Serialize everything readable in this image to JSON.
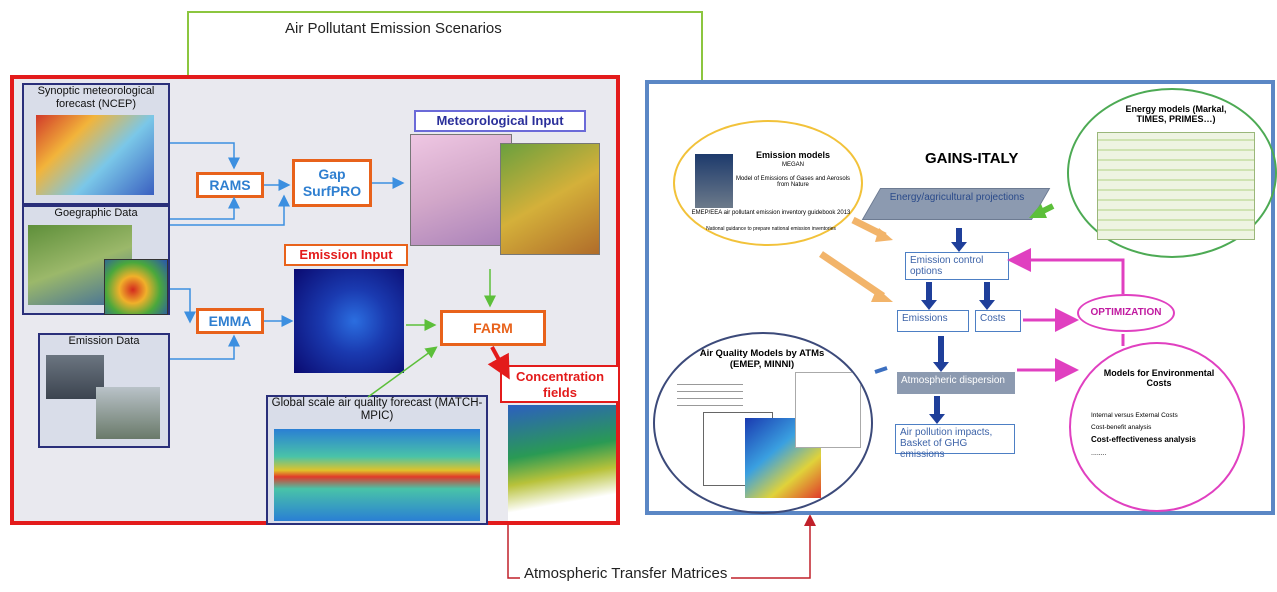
{
  "top_label": "Air Pollutant Emission Scenarios",
  "bottom_label": "Atmospheric  Transfer Matrices",
  "left": {
    "input_boxes": {
      "synoptic": "Synoptic meteorological forecast (NCEP)",
      "geographic": "Goegraphic Data",
      "emission": "Emission Data"
    },
    "models": {
      "rams": "RAMS",
      "gap": "Gap SurfPRO",
      "emma": "EMMA",
      "farm": "FARM"
    },
    "labels": {
      "met_input": "Meteorological Input",
      "emission_input": "Emission Input",
      "concentration": "Concentration fields",
      "global": "Global scale air quality forecast (MATCH-MPIC)"
    }
  },
  "right": {
    "title": "GAINS-ITALY",
    "emission_models": {
      "title": "Emission models",
      "sub1": "MEGAN",
      "sub2": "Model of Emissions of Gases and Aerosols from Nature",
      "sub3": "EMEP/EEA air pollutant emission inventory guidebook 2013",
      "sub4": "National guidance to prepare national emission inventories"
    },
    "energy_models": "Energy models (Markal, TIMES, PRIMES…)",
    "projections": "Energy/agricultural projections",
    "emission_control": "Emission control options",
    "emissions": "Emissions",
    "costs": "Costs",
    "optimization": "OPTIMIZATION",
    "atm_dispersion": "Atmospheric dispersion",
    "impacts": "Air pollution impacts, Basket of GHG emissions",
    "aq_models": "Air Quality Models by ATMs (EMEP, MINNI)",
    "env_costs": {
      "title": "Models for Environmental Costs",
      "l1": "Internal versus External Costs",
      "l2": "Cost-benefit analysis",
      "l3": "Cost-effectiveness analysis",
      "l4": "........"
    }
  },
  "colors": {
    "left_border": "#e31b1b",
    "right_border": "#5b87c5",
    "scenario_line": "#8cc63f",
    "model_border": "#e8621b",
    "model_text": "#2f7fd0",
    "gains_title": "#e31b1b",
    "magenta": "#e040c0"
  }
}
